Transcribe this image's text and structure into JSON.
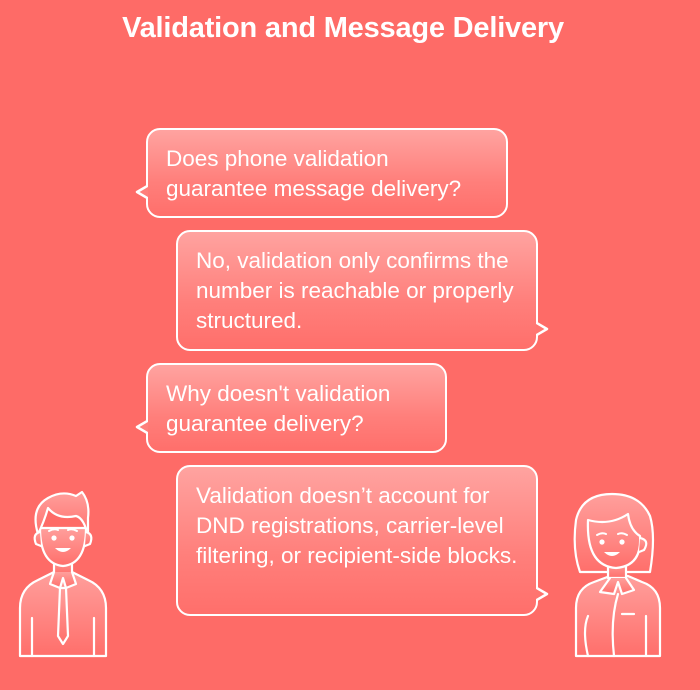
{
  "title": "Validation and Message Delivery",
  "colors": {
    "background": "#fe6b67",
    "bubble_top": "#ffa3a0",
    "bubble_bottom": "#ff6f6b",
    "text": "#ffffff"
  },
  "conversation": [
    {
      "speaker": "man",
      "side": "left",
      "text": "Does phone validation guarantee message delivery?"
    },
    {
      "speaker": "woman",
      "side": "right",
      "text": "No, validation only confirms the number is reachable or properly structured."
    },
    {
      "speaker": "man",
      "side": "left",
      "text": "Why doesn't validation guarantee delivery?"
    },
    {
      "speaker": "woman",
      "side": "right",
      "text": "Validation doesn’t account for DND registrations, carrier-level filtering, or recipient-side blocks."
    }
  ],
  "people": {
    "left": {
      "icon": "man-avatar-icon"
    },
    "right": {
      "icon": "woman-avatar-icon"
    }
  }
}
